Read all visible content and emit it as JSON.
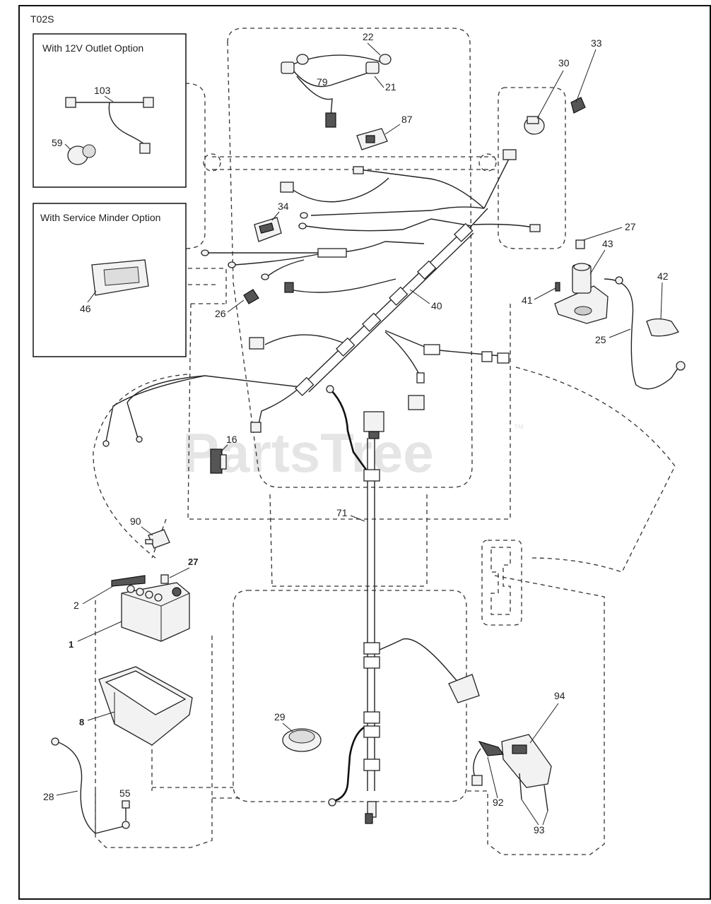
{
  "diagram_code": "T02S",
  "insets": [
    {
      "title": "With 12V Outlet Option",
      "parts": [
        "103",
        "59"
      ]
    },
    {
      "title": "With Service Minder Option",
      "parts": [
        "46"
      ]
    }
  ],
  "watermark": {
    "text": "PartsTree",
    "mark": "™"
  },
  "callouts": {
    "c22": "22",
    "c79": "79",
    "c21": "21",
    "c87": "87",
    "c30": "30",
    "c33": "33",
    "c34": "34",
    "c27a": "27",
    "c43": "43",
    "c42": "42",
    "c41": "41",
    "c40": "40",
    "c26": "26",
    "c25": "25",
    "c16": "16",
    "c71": "71",
    "c90": "90",
    "c27b": "27",
    "c2": "2",
    "c1": "1",
    "c8": "8",
    "c29": "29",
    "c94": "94",
    "c28": "28",
    "c55": "55",
    "c92": "92",
    "c93": "93",
    "c103": "103",
    "c59": "59",
    "c46": "46"
  }
}
